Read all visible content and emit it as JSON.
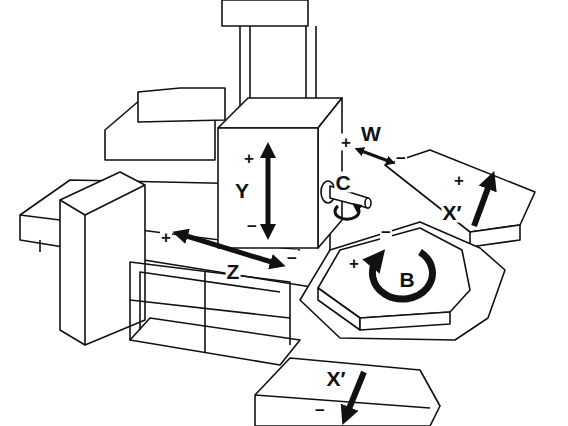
{
  "diagram": {
    "labels": [
      "+",
      "W",
      "−",
      "+",
      "Y",
      "−",
      "C",
      "+",
      "X′",
      "+",
      "−",
      "Z",
      "−",
      "+",
      "B",
      "X′",
      "−"
    ]
  }
}
